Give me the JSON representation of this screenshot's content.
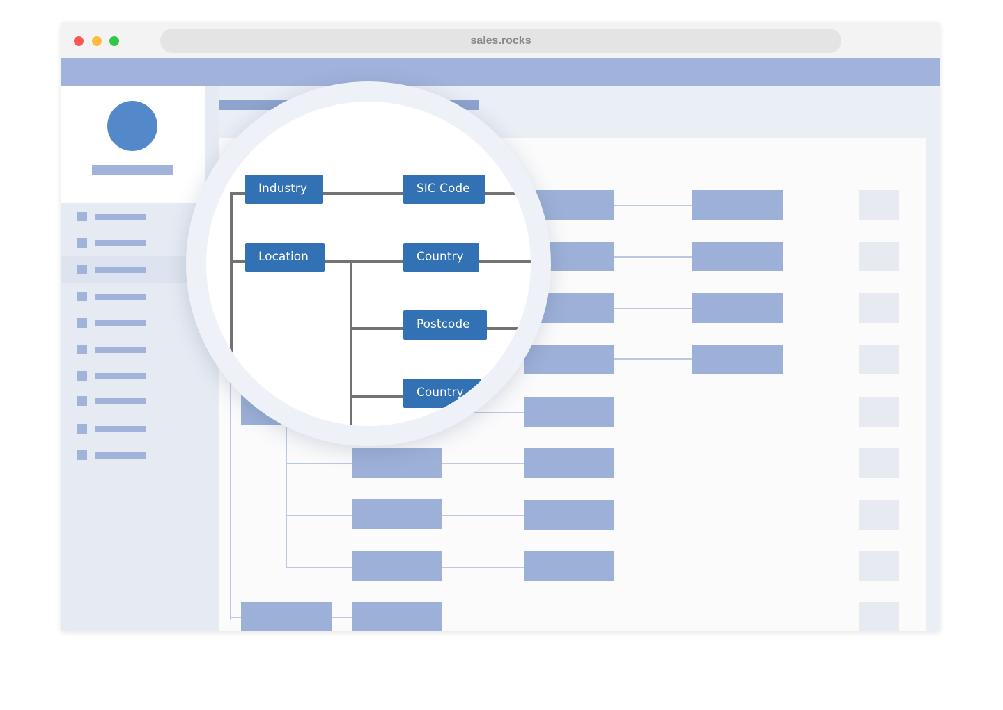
{
  "browser": {
    "url": "sales.rocks",
    "controls": {
      "close": "#fc5753",
      "minimize": "#fdbc40",
      "maximize": "#33c748"
    }
  },
  "colors": {
    "accent": "#3271b4",
    "placeholder": "#a1b3da",
    "avatar": "#5388c9"
  },
  "tree": {
    "nodes": [
      {
        "id": "industry",
        "label": "Industry"
      },
      {
        "id": "sic-code",
        "label": "SIC Code"
      },
      {
        "id": "location",
        "label": "Location"
      },
      {
        "id": "country-1",
        "label": "Country"
      },
      {
        "id": "postcode",
        "label": "Postcode"
      },
      {
        "id": "country-2",
        "label": "Country"
      }
    ]
  }
}
